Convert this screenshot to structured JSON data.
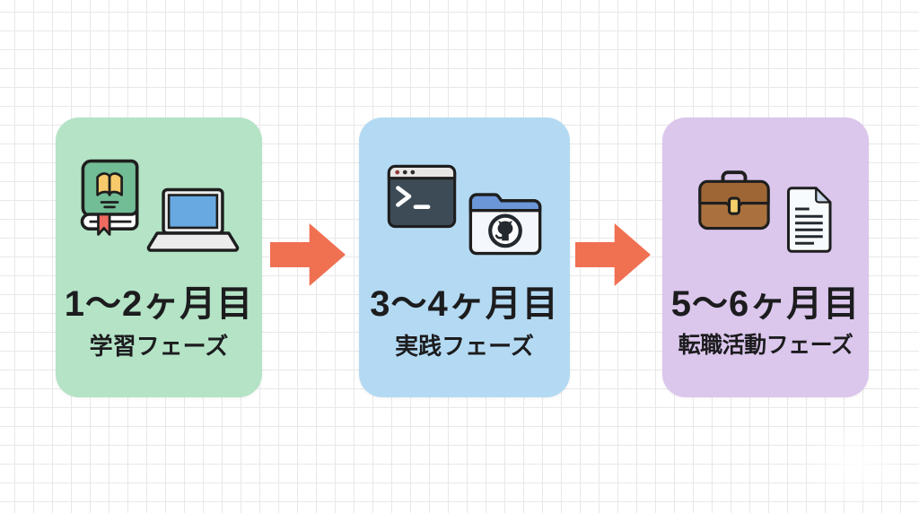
{
  "canvas": {
    "background_color": "#ffffff",
    "grid_line_color": "#e8e8ea"
  },
  "phases": [
    {
      "months": "1〜2ヶ月目",
      "label": "学習フェーズ",
      "card_color": "#b4e3c6",
      "icons": [
        "book-icon",
        "laptop-icon"
      ]
    },
    {
      "months": "3〜4ヶ月目",
      "label": "実践フェーズ",
      "card_color": "#b4daf3",
      "icons": [
        "terminal-icon",
        "github-folder-icon"
      ]
    },
    {
      "months": "5〜6ヶ月目",
      "label": "転職活動フェーズ",
      "card_color": "#dbc6ec",
      "icons": [
        "briefcase-icon",
        "document-icon"
      ]
    }
  ],
  "arrow": {
    "color": "#f07052",
    "direction": "right"
  },
  "text_color": "#1c1c1e",
  "icon_colors": {
    "book_cover": "#72bd96",
    "book_emblem": "#f6c96b",
    "bookmark": "#ee6a60",
    "laptop_screen": "#68a9e2",
    "laptop_body": "#ececec",
    "terminal_body": "#3d4b57",
    "terminal_bar": "#e8e6e4",
    "folder_tab": "#6b97d8",
    "briefcase_body": "#aa713e",
    "briefcase_flap": "#9e6634",
    "briefcase_clasp": "#f5cf6a",
    "document_fold": "#ccd9ea"
  }
}
